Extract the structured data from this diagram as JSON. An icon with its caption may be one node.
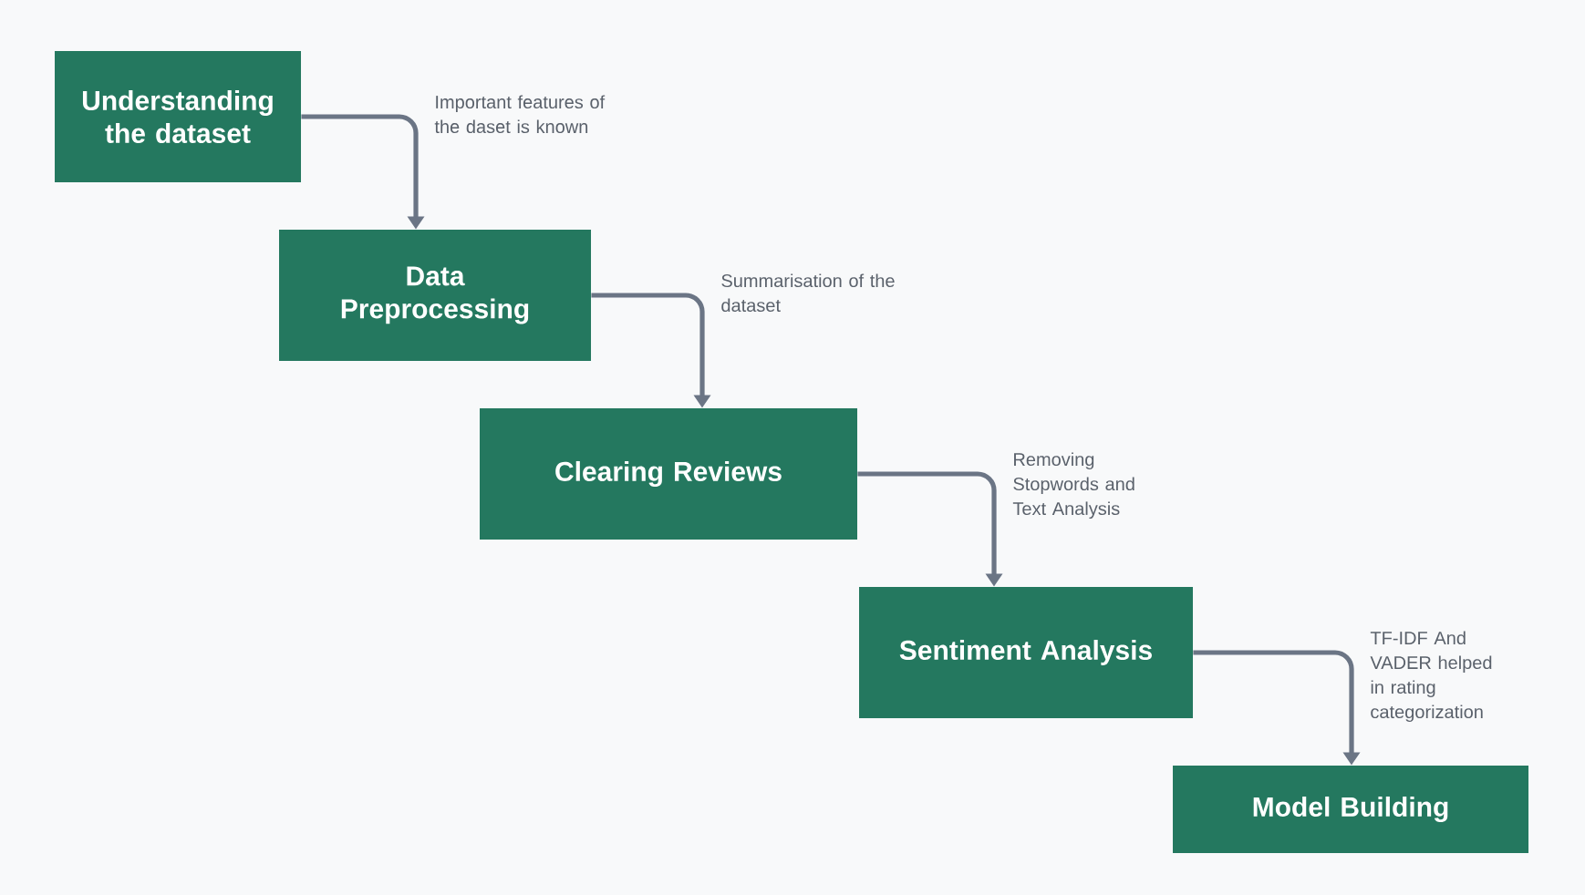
{
  "diagram": {
    "nodes": [
      {
        "text": [
          "Understanding the dataset"
        ]
      },
      {
        "text": [
          "Data Preprocessing"
        ]
      },
      {
        "text": [
          "Clearing Reviews"
        ]
      },
      {
        "text": [
          "Sentiment Analysis"
        ]
      },
      {
        "text": [
          "Model Building"
        ]
      }
    ],
    "edges": [
      {
        "from": 0,
        "to": 1,
        "arrow": "to",
        "label": "Important features of the daset  is known"
      },
      {
        "from": 1,
        "to": 2,
        "arrow": "to",
        "label": "Summarisation of the dataset"
      },
      {
        "from": 2,
        "to": 3,
        "arrow": "to",
        "label": "Removing Stopwords and Text Analysis"
      },
      {
        "from": 3,
        "to": 4,
        "arrow": "to",
        "label": "TF-IDF And VADER helped in rating categorization"
      }
    ]
  }
}
